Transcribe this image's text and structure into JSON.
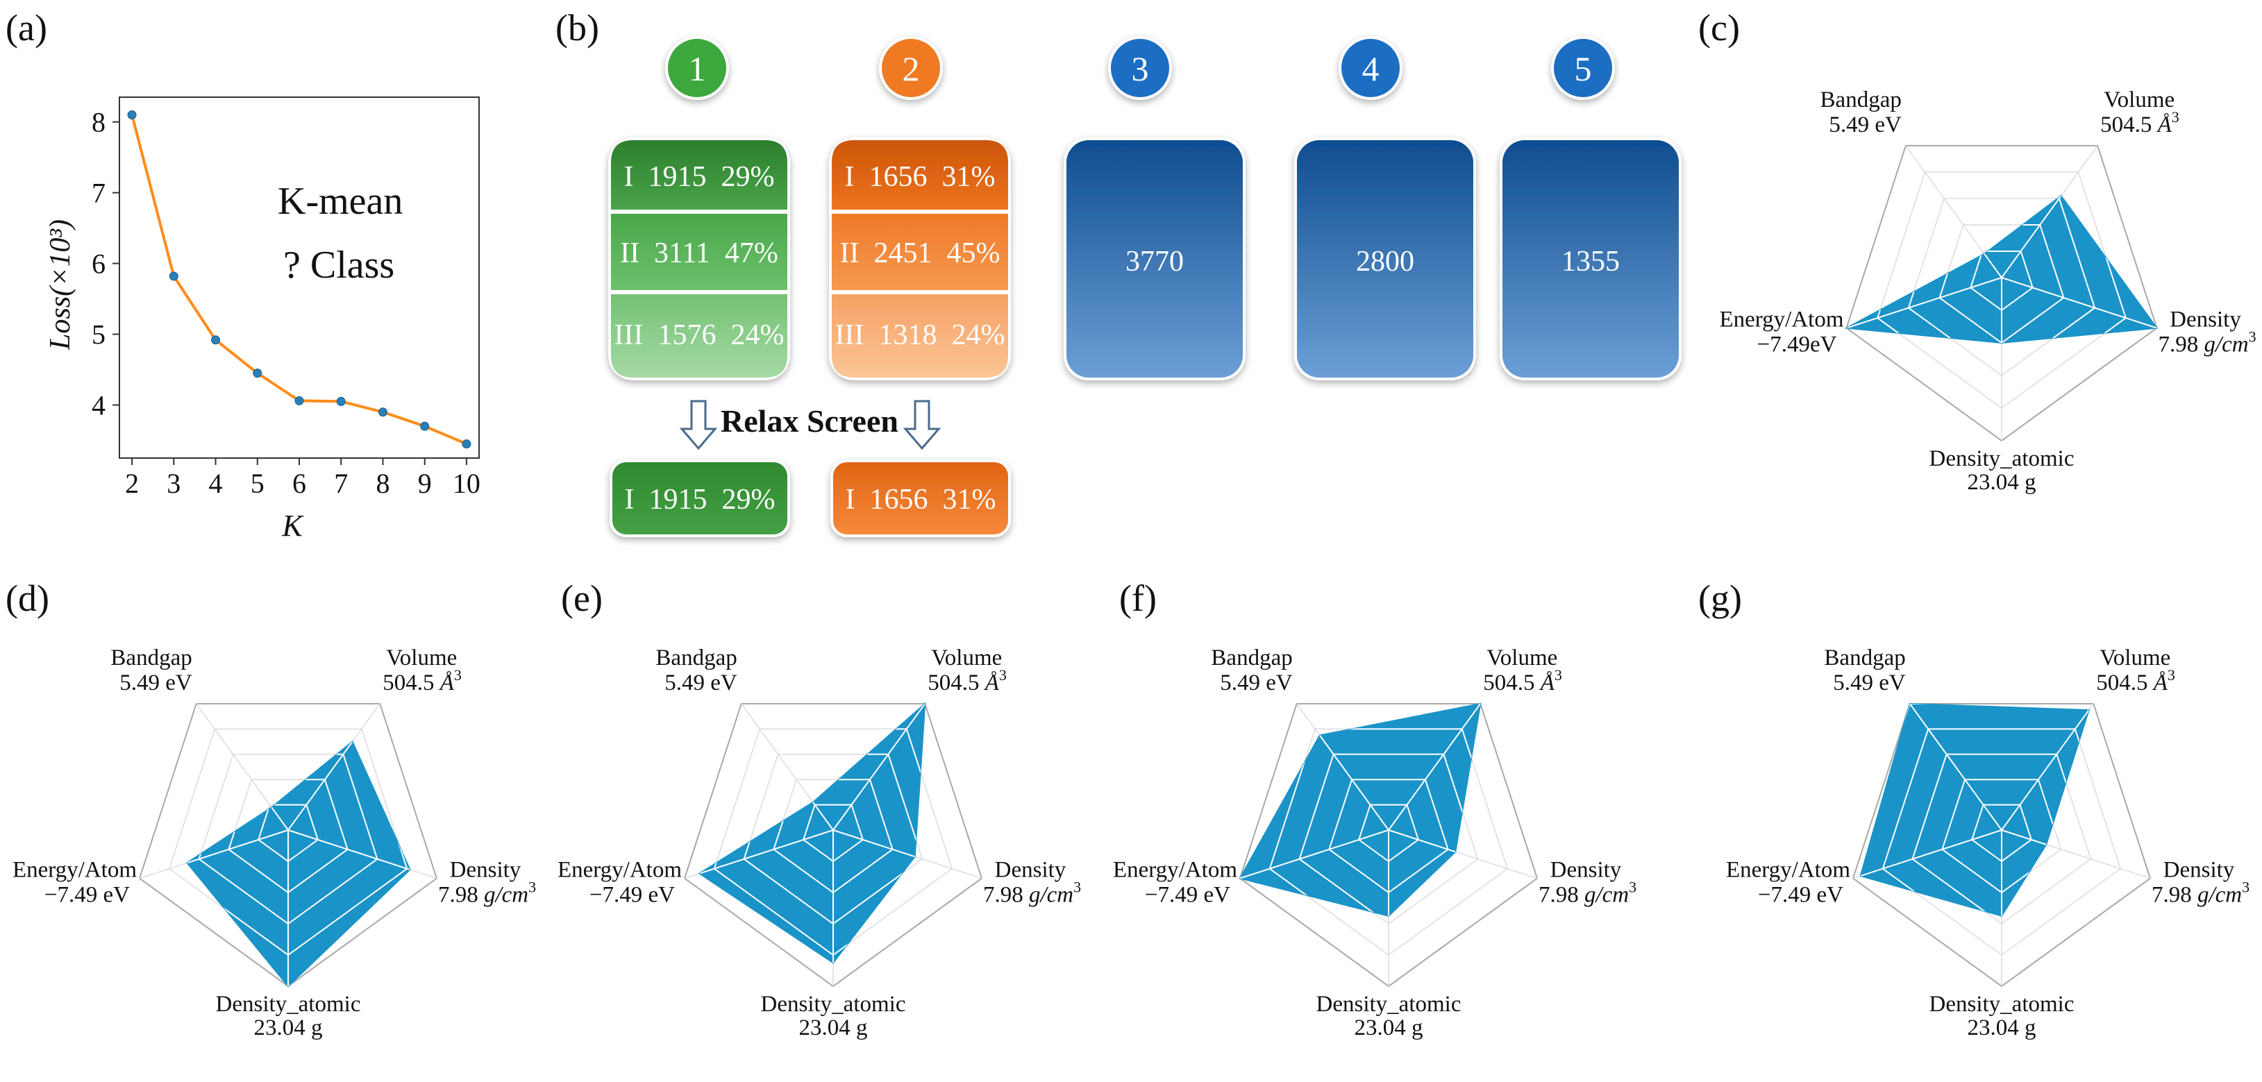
{
  "panel_labels": {
    "a": "(a)",
    "b": "(b)",
    "c": "(c)",
    "d": "(d)",
    "e": "(e)",
    "f": "(f)",
    "g": "(g)"
  },
  "colors": {
    "line": "#ff8c1a",
    "marker": "#2a7fb8",
    "radar_fill": "#1a93c8",
    "radar_grid": "#ffffff",
    "radar_frame": "#a8a8a8",
    "green": "#3e9a3e",
    "orange": "#f07a22",
    "blue": "#1f5fa8"
  },
  "panel_b": {
    "circles": [
      "1",
      "2",
      "3",
      "4",
      "5"
    ],
    "cluster1": [
      "I  1915  29%",
      "II  3111  47%",
      "III  1576  24%"
    ],
    "cluster2": [
      "I  1656  31%",
      "II  2451  45%",
      "III  1318  24%"
    ],
    "cluster3": "3770",
    "cluster4": "2800",
    "cluster5": "1355",
    "relax_label": "Relax Screen",
    "relaxed1": "I  1915  29%",
    "relaxed2": "I  1656  31%"
  },
  "radar_axes": {
    "bandgap": {
      "name": "Bandgap",
      "value": "5.49 eV"
    },
    "volume": {
      "name": "Volume",
      "value": "504.5",
      "unit": "Å",
      "exp": "3"
    },
    "density": {
      "name": "Density",
      "value": "7.98",
      "unit": "g/cm",
      "exp": "3"
    },
    "density_atomic": {
      "name": "Density_atomic",
      "value": "23.04 g"
    },
    "energy": {
      "name": "Energy/Atom",
      "value_c": "−7.49eV",
      "value": "−7.49 eV"
    }
  },
  "chart_data": [
    {
      "panel": "a",
      "type": "line",
      "x": [
        2,
        3,
        4,
        5,
        6,
        7,
        8,
        9,
        10
      ],
      "y": [
        8.1,
        5.82,
        4.92,
        4.45,
        4.06,
        4.05,
        3.9,
        3.7,
        3.45
      ],
      "xticks": [
        "2",
        "3",
        "4",
        "5",
        "6",
        "7",
        "8",
        "9",
        "10"
      ],
      "yticks": [
        "4",
        "5",
        "6",
        "7",
        "8"
      ],
      "xlabel": "K",
      "ylabel": "Loss(×10³)",
      "annotation_1": "K-mean",
      "annotation_2": "? Class",
      "xlim": [
        1.7,
        10.3
      ],
      "ylim": [
        3.25,
        8.35
      ]
    },
    {
      "panel": "c",
      "type": "radar",
      "axes": [
        "Bandgap",
        "Volume",
        "Density",
        "Density_atomic",
        "Energy/Atom"
      ],
      "values": [
        0.18,
        0.62,
        1.0,
        0.4,
        1.0
      ]
    },
    {
      "panel": "d",
      "type": "radar",
      "axes": [
        "Bandgap",
        "Volume",
        "Density",
        "Density_atomic",
        "Energy/Atom"
      ],
      "values": [
        0.18,
        0.7,
        0.82,
        1.0,
        0.68
      ]
    },
    {
      "panel": "e",
      "type": "radar",
      "axes": [
        "Bandgap",
        "Volume",
        "Density",
        "Density_atomic",
        "Energy/Atom"
      ],
      "values": [
        0.22,
        1.0,
        0.55,
        0.85,
        0.9
      ]
    },
    {
      "panel": "f",
      "type": "radar",
      "axes": [
        "Bandgap",
        "Volume",
        "Density",
        "Density_atomic",
        "Energy/Atom"
      ],
      "values": [
        0.75,
        1.0,
        0.45,
        0.55,
        1.0
      ]
    },
    {
      "panel": "g",
      "type": "radar",
      "axes": [
        "Bandgap",
        "Volume",
        "Density",
        "Density_atomic",
        "Energy/Atom"
      ],
      "values": [
        1.0,
        0.95,
        0.3,
        0.55,
        0.95
      ]
    }
  ]
}
